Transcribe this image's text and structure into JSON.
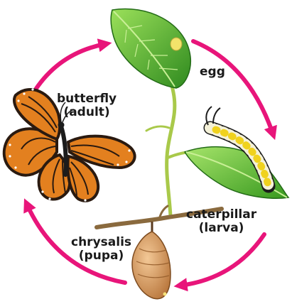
{
  "stages": {
    "egg": {
      "line1": "egg"
    },
    "butterfly": {
      "line1": "butterfly",
      "line2": "(adult)"
    },
    "caterpillar": {
      "line1": "caterpillar",
      "line2": "(larva)"
    },
    "chrysalis": {
      "line1": "chrysalis",
      "line2": "(pupa)"
    }
  },
  "colors": {
    "arrow": "#e8157a",
    "leaf_dark": "#2f8a1f",
    "leaf_light": "#7fd14a",
    "stem": "#a9c94a",
    "twig": "#8a6a3e",
    "wing_orange": "#e3801f",
    "wing_black": "#2a1a10",
    "chrysalis": "#d29a5e",
    "egg": "#f2e36a"
  },
  "icons": [
    "cycle-arrow-icon",
    "leaf-icon",
    "egg-icon",
    "caterpillar-icon",
    "chrysalis-icon",
    "butterfly-icon"
  ]
}
